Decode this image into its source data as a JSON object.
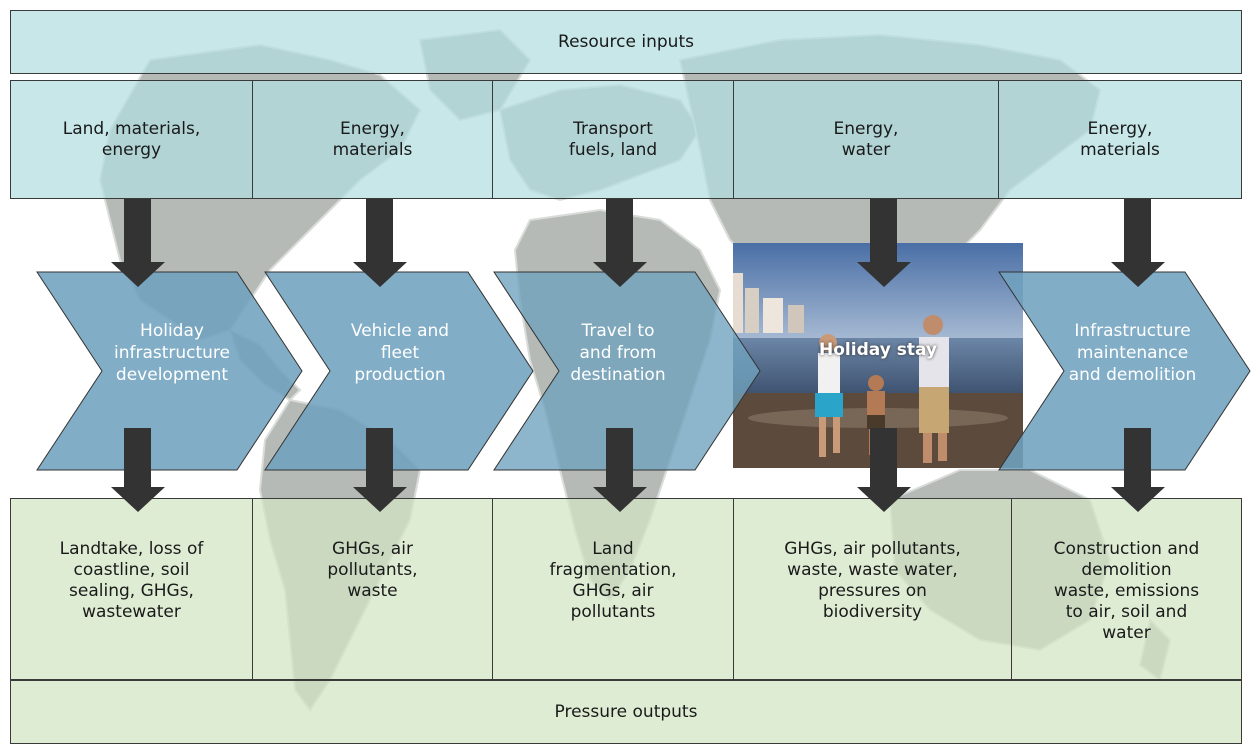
{
  "resource_inputs": {
    "header": "Resource inputs",
    "cells": [
      "Land, materials,\nenergy",
      "Energy,\nmaterials",
      "Transport\nfuels, land",
      "Energy,\nwater",
      "Energy,\nmaterials"
    ]
  },
  "stages": [
    "Holiday\ninfrastructure\ndevelopment",
    "Vehicle and\nfleet\nproduction",
    "Travel to\nand from\ndestination",
    "Holiday stay",
    "Infrastructure\nmaintenance\nand demolition"
  ],
  "pressure_outputs": {
    "header": "Pressure outputs",
    "cells": [
      "Landtake, loss of\ncoastline, soil\nsealing, GHGs,\nwastewater",
      "GHGs, air\npollutants,\nwaste",
      "Land\nfragmentation,\nGHGs, air\npollutants",
      "GHGs, air pollutants,\nwaste, waste water,\npressures on\nbiodiversity",
      "Construction and\ndemolition\nwaste, emissions\nto air, soil and\nwater"
    ]
  },
  "colors": {
    "input_fill": "#b2dee0",
    "output_fill": "#d3e5c4",
    "stage_fill": "#6f9fb8",
    "arrow": "#333333",
    "map": "#a9afaa"
  },
  "icons": [
    "world-map-background",
    "beach-family-photo",
    "down-arrow-icon"
  ]
}
